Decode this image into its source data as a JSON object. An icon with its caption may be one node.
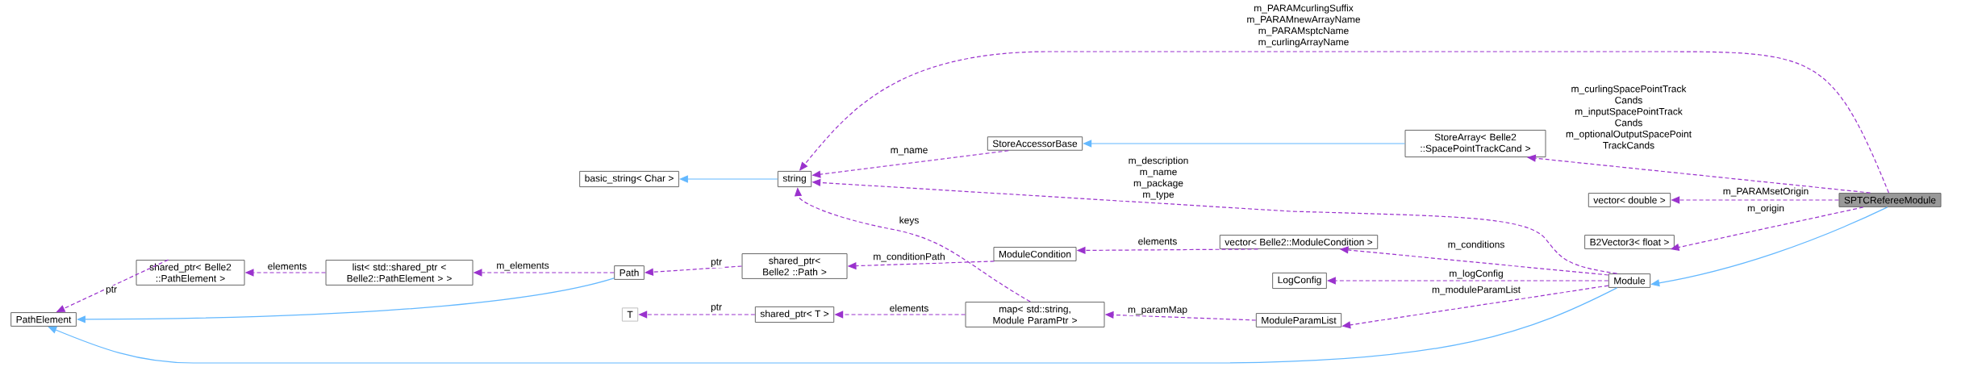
{
  "diagram": {
    "nodes": [
      {
        "text": [
          "PathElement"
        ]
      },
      {
        "text": [
          "shared_ptr< Belle2 ::PathElement >"
        ]
      },
      {
        "text": [
          "list< std::shared_ptr < Belle2::PathElement > >"
        ]
      },
      {
        "text": [
          "basic_string< Char >"
        ]
      },
      {
        "text": [
          "Path"
        ]
      },
      {
        "text": [
          "T"
        ]
      },
      {
        "text": [
          "string"
        ]
      },
      {
        "text": [
          "shared_ptr< Belle2 ::Path >"
        ]
      },
      {
        "text": [
          "shared_ptr< T >"
        ]
      },
      {
        "text": [
          "StoreAccessorBase"
        ]
      },
      {
        "text": [
          "ModuleCondition"
        ]
      },
      {
        "text": [
          "map< std::string, Module ParamPtr >"
        ]
      },
      {
        "text": [
          "vector< Belle2::ModuleCondition >"
        ]
      },
      {
        "text": [
          "LogConfig"
        ]
      },
      {
        "text": [
          "ModuleParamList"
        ]
      },
      {
        "text": [
          "StoreArray< Belle2 ::SpacePointTrackCand >"
        ]
      },
      {
        "text": [
          "vector< double >"
        ]
      },
      {
        "text": [
          "B2Vector3< float >"
        ]
      },
      {
        "text": [
          "Module"
        ]
      },
      {
        "text": [
          "SPTCRefereeModule"
        ]
      }
    ],
    "edges": [
      {
        "from": 19,
        "to": 6,
        "arrow": "to",
        "style": "dashed",
        "label": "m_PARAMcurlingSuffix m_PARAMnewArrayName m_PARAMsptcName m_curlingArrayName"
      },
      {
        "from": 9,
        "to": 6,
        "arrow": "to",
        "style": "dashed",
        "label": "m_name"
      },
      {
        "from": 6,
        "to": 3,
        "arrow": "to",
        "color": "#63b8ff"
      },
      {
        "from": 15,
        "to": 9,
        "arrow": "to",
        "color": "#63b8ff"
      },
      {
        "from": 19,
        "to": 15,
        "arrow": "to",
        "style": "dashed",
        "label": "m_curlingSpacePointTrack Cands m_inputSpacePointTrack Cands m_optionalOutputSpacePoint TrackCands"
      },
      {
        "from": 19,
        "to": 16,
        "arrow": "to",
        "style": "dashed",
        "label": "m_PARAMsetOrigin"
      },
      {
        "from": 19,
        "to": 17,
        "arrow": "to",
        "style": "dashed",
        "label": "m_origin"
      },
      {
        "from": 19,
        "to": 18,
        "arrow": "to",
        "color": "#63b8ff"
      },
      {
        "from": 18,
        "to": 6,
        "arrow": "to",
        "style": "dashed",
        "label": "m_description m_name m_package m_type"
      },
      {
        "from": 18,
        "to": 12,
        "arrow": "to",
        "style": "dashed",
        "label": "m_conditions"
      },
      {
        "from": 18,
        "to": 13,
        "arrow": "to",
        "style": "dashed",
        "label": "m_logConfig"
      },
      {
        "from": 18,
        "to": 14,
        "arrow": "to",
        "style": "dashed",
        "label": "m_moduleParamList"
      },
      {
        "from": 18,
        "to": 0,
        "arrow": "to",
        "color": "#63b8ff"
      },
      {
        "from": 12,
        "to": 10,
        "arrow": "to",
        "style": "dashed",
        "label": "elements"
      },
      {
        "from": 10,
        "to": 7,
        "arrow": "to",
        "style": "dashed",
        "label": "m_conditionPath"
      },
      {
        "from": 7,
        "to": 4,
        "arrow": "to",
        "style": "dashed",
        "label": "ptr"
      },
      {
        "from": 4,
        "to": 2,
        "arrow": "to",
        "style": "dashed",
        "label": "m_elements"
      },
      {
        "from": 2,
        "to": 1,
        "arrow": "to",
        "style": "dashed",
        "label": "elements"
      },
      {
        "from": 1,
        "to": 0,
        "arrow": "to",
        "style": "dashed",
        "label": "ptr"
      },
      {
        "from": 4,
        "to": 0,
        "arrow": "to",
        "color": "#63b8ff"
      },
      {
        "from": 14,
        "to": 11,
        "arrow": "to",
        "style": "dashed",
        "label": "m_paramMap"
      },
      {
        "from": 11,
        "to": 6,
        "arrow": "to",
        "style": "dashed",
        "label": "keys"
      },
      {
        "from": 11,
        "to": 8,
        "arrow": "to",
        "style": "dashed",
        "label": "elements"
      },
      {
        "from": 8,
        "to": 5,
        "arrow": "to",
        "style": "dashed",
        "label": "ptr"
      }
    ]
  }
}
